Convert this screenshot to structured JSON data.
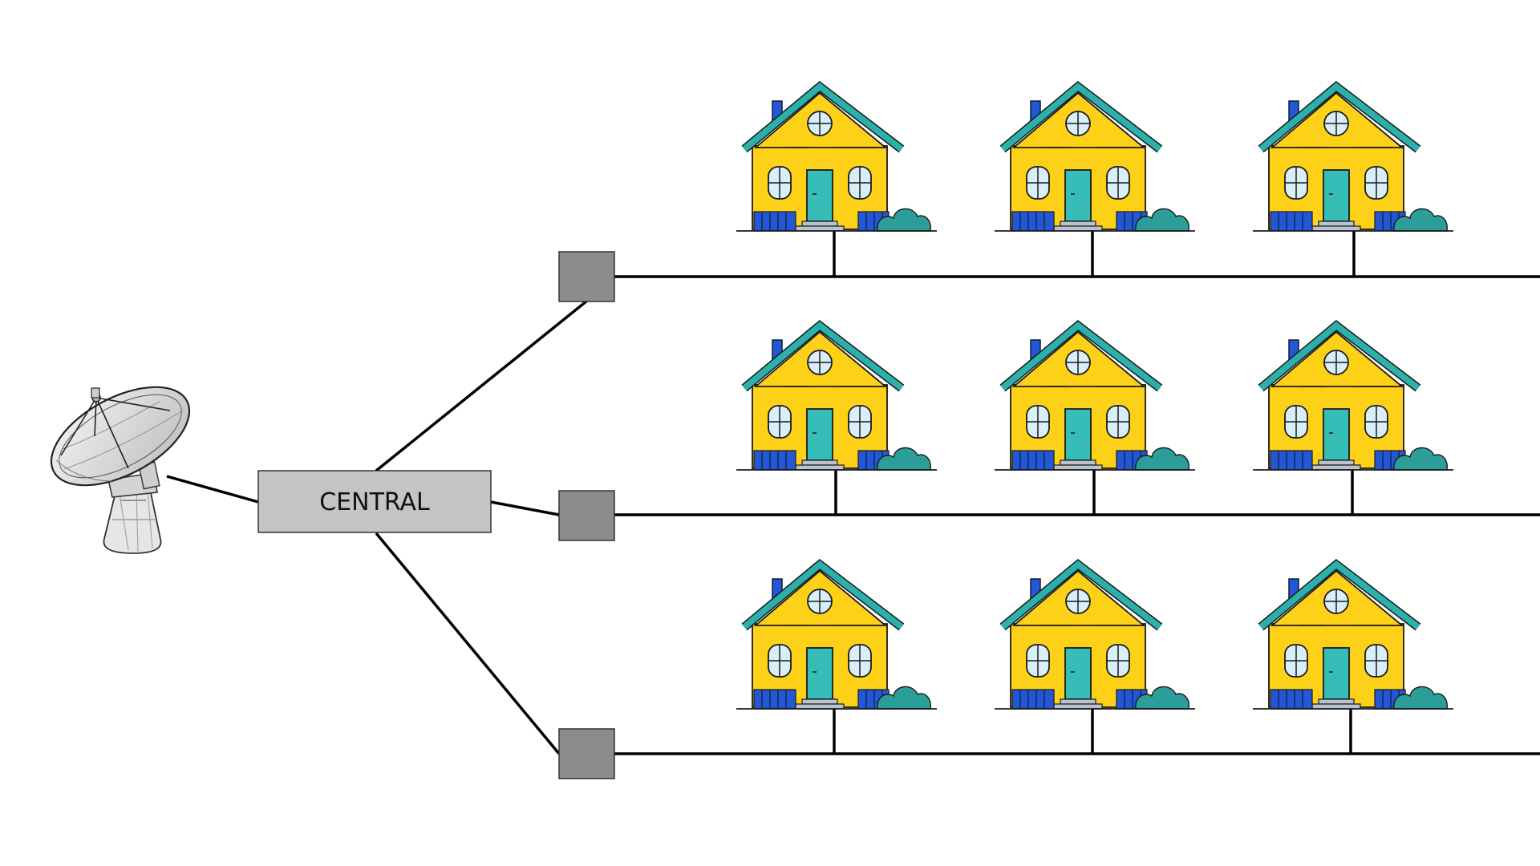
{
  "central": {
    "label": "CENTRAL"
  },
  "nodes": [
    {
      "id": "satellite-dish",
      "kind": "antenna"
    },
    {
      "id": "central",
      "kind": "hub"
    },
    {
      "id": "distribution-node-1",
      "kind": "node"
    },
    {
      "id": "distribution-node-2",
      "kind": "node"
    },
    {
      "id": "distribution-node-3",
      "kind": "node"
    }
  ],
  "links": [
    {
      "from": "satellite-dish",
      "to": "central"
    },
    {
      "from": "central",
      "to": "distribution-node-1"
    },
    {
      "from": "central",
      "to": "distribution-node-2"
    },
    {
      "from": "central",
      "to": "distribution-node-3"
    }
  ],
  "rows": [
    {
      "node": "distribution-node-1",
      "houses": 3
    },
    {
      "node": "distribution-node-2",
      "houses": 3
    },
    {
      "node": "distribution-node-3",
      "houses": 3
    }
  ],
  "colors": {
    "wall": "#FDD118",
    "roof": "#2BB0AC",
    "door": "#37BDB8",
    "window": "#D8EEF8",
    "chimney": "#2357D4",
    "fence": "#2357D4",
    "bush": "#2C9E9A",
    "step": "#B8C3CF",
    "node": "#8C8C8C",
    "central_fill": "#C4C4C4",
    "line": "#000000"
  }
}
